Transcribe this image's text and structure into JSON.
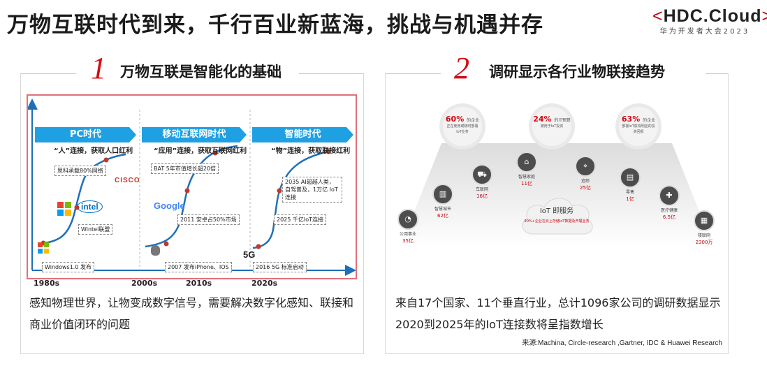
{
  "page": {
    "title": "万物互联时代到来，千行百业新蓝海，挑战与机遇并存",
    "logo": {
      "left_bracket": "<",
      "brand": "HDC.Cloud",
      "right_bracket": ">",
      "sub": "华为开发者大会2023"
    }
  },
  "left_panel": {
    "number": "1",
    "title": "万物互联是智能化的基础",
    "eras": [
      {
        "name": "PC时代",
        "subtitle": "“人”连接，获取人口红利"
      },
      {
        "name": "移动互联网时代",
        "subtitle": "“应用”连接，获取互联网红利"
      },
      {
        "name": "智能时代",
        "subtitle": "“物”连接，获取联接红利"
      }
    ],
    "era_ticks": [
      "1980s",
      "2000s",
      "2010s",
      "2020s"
    ],
    "milestones": [
      "思科承载80%网络",
      "Wintel联盟",
      "Windows1.0 发布",
      "BAT  5年市值增长超20倍",
      "2011 安卓占50%市场",
      "2007 发布iPhone、IOS",
      "2035 AI超越人类，自驾普及，1万亿 IoT连接",
      "2025 千亿IoT连接",
      "2016 5G 标准启动"
    ],
    "logos": {
      "cisco": "CISCO",
      "intel": "intel",
      "google": "Google",
      "five_g": "5G"
    },
    "caption": "感知物理世界，让物变成数字信号，需要解决数字化感知、联接和商业价值闭环的问题"
  },
  "right_panel": {
    "number": "2",
    "title": "调研显示各行业物联接趋势",
    "stats": [
      {
        "pct": "60%",
        "unit": "的企业",
        "desc": "正在使用或随时部署IoT业务"
      },
      {
        "pct": "24%",
        "unit": "的IT预算",
        "desc": "被用于IoT投资"
      },
      {
        "pct": "63%",
        "unit": "的企业",
        "desc": "部署IoT获得明显的投资回报"
      }
    ],
    "industries": [
      {
        "label": "公用事业",
        "value": "35亿",
        "icon": "gauge-icon"
      },
      {
        "label": "智慧城市",
        "value": "62亿",
        "icon": "building-icon"
      },
      {
        "label": "车联网",
        "value": "16亿",
        "icon": "car-icon"
      },
      {
        "label": "智慧家庭",
        "value": "11亿",
        "icon": "home-icon"
      },
      {
        "label": "追踪",
        "value": "25亿",
        "icon": "location-icon"
      },
      {
        "label": "零售",
        "value": "1亿",
        "icon": "retail-icon"
      },
      {
        "label": "医疗健康",
        "value": "6.5亿",
        "icon": "medical-icon"
      },
      {
        "label": "楼联网",
        "value": "2300万",
        "icon": "chart-icon"
      }
    ],
    "cloud": {
      "title": "IoT 即服务",
      "desc": "90%+企业在云上存储IoT数据及开展业务"
    },
    "caption": "来自17个国家、11个垂直行业，总计1096家公司的调研数据显示2020到2025年的IoT连接数将呈指数增长",
    "source": "来源:Machina, Circle-research ,Gartner, IDC & Huawei Research"
  },
  "colors": {
    "accent_red": "#d40b13",
    "chevron_blue": "#1fa0e3",
    "curve_blue": "#1f6fb8"
  }
}
